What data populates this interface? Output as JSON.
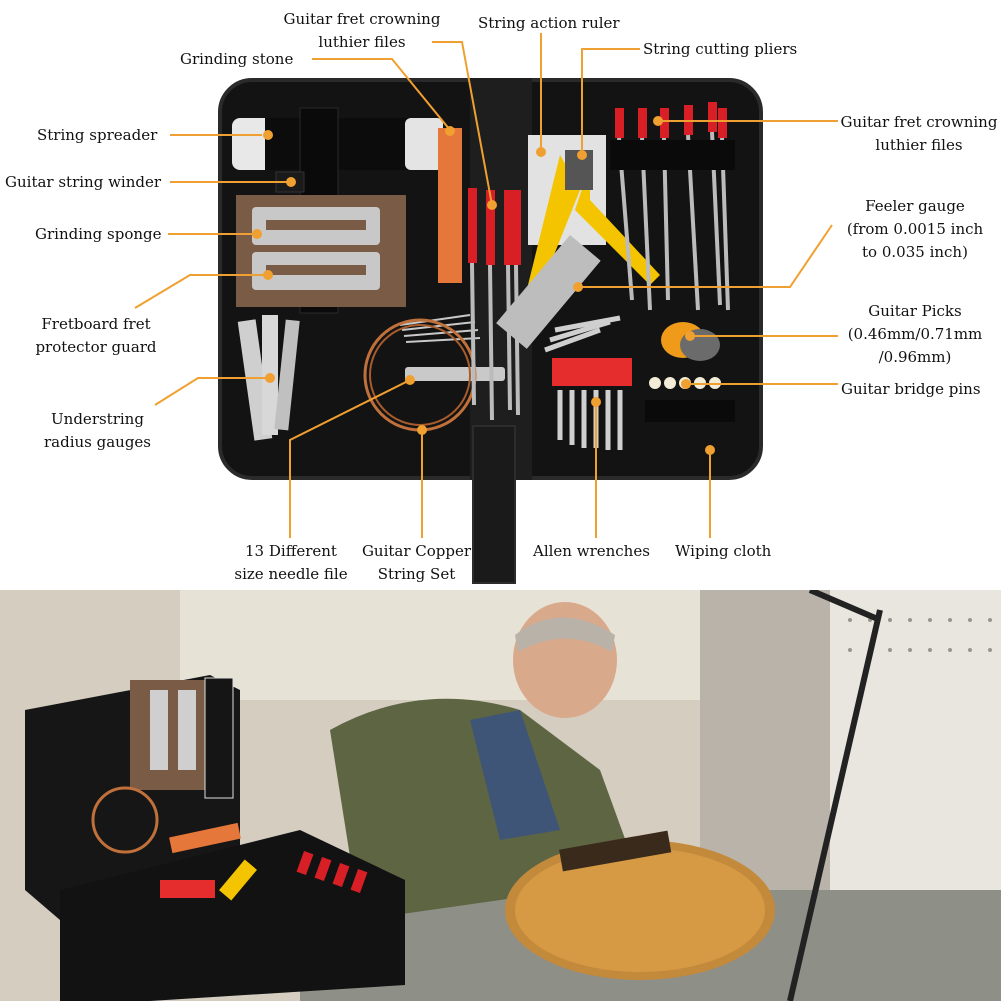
{
  "labels": {
    "grinding_stone": "Grinding stone",
    "fret_crowning_top": [
      "Guitar fret crowning",
      "luthier files"
    ],
    "string_action_ruler": "String action ruler",
    "string_cutting_pliers": "String cutting pliers",
    "string_spreader": "String spreader",
    "guitar_string_winder": "Guitar string winder",
    "grinding_sponge": "Grinding sponge",
    "fretboard_protector": [
      "Fretboard fret",
      "protector guard"
    ],
    "understring_gauges": [
      "Understring",
      "radius gauges"
    ],
    "fret_crowning_right": [
      "Guitar fret crowning",
      "luthier files"
    ],
    "feeler_gauge": [
      "Feeler gauge",
      "(from 0.0015 inch",
      "to 0.035 inch)"
    ],
    "guitar_picks": [
      "Guitar Picks",
      "(0.46mm/0.71mm",
      "/0.96mm)"
    ],
    "bridge_pins": "Guitar bridge pins",
    "needle_file": [
      "13 Different",
      "size needle file"
    ],
    "copper_string": [
      "Guitar Copper",
      "String Set"
    ],
    "allen_wrenches": "Allen wrenches",
    "wiping_cloth": "Wiping cloth"
  },
  "colors": {
    "accent_orange": "#f0a030",
    "case_black": "#131313",
    "file_handle_red": "#d81f26",
    "plier_yellow": "#f5c400"
  }
}
